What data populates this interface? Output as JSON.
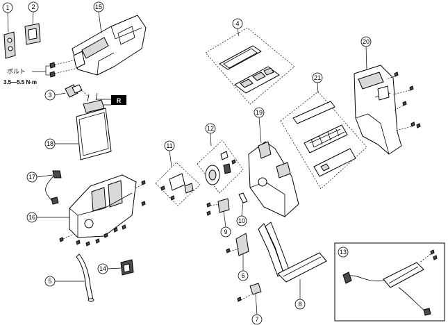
{
  "callouts": [
    {
      "id": "c1",
      "label": "1"
    },
    {
      "id": "c2",
      "label": "2"
    },
    {
      "id": "c3",
      "label": "3"
    },
    {
      "id": "c4",
      "label": "4"
    },
    {
      "id": "c5",
      "label": "5"
    },
    {
      "id": "c6",
      "label": "6"
    },
    {
      "id": "c7",
      "label": "7"
    },
    {
      "id": "c8",
      "label": "8"
    },
    {
      "id": "c9",
      "label": "9"
    },
    {
      "id": "c10",
      "label": "10"
    },
    {
      "id": "c11",
      "label": "11"
    },
    {
      "id": "c12",
      "label": "12"
    },
    {
      "id": "c13",
      "label": "13"
    },
    {
      "id": "c14",
      "label": "14"
    },
    {
      "id": "c15",
      "label": "15"
    },
    {
      "id": "c16",
      "label": "16"
    },
    {
      "id": "c17",
      "label": "17"
    },
    {
      "id": "c18",
      "label": "18"
    },
    {
      "id": "c19",
      "label": "19"
    },
    {
      "id": "c20",
      "label": "20"
    },
    {
      "id": "c21",
      "label": "21"
    }
  ],
  "bolt_label": "ボルト",
  "torque_spec": "3.5—5.5 N·m",
  "replace_badge": "R"
}
